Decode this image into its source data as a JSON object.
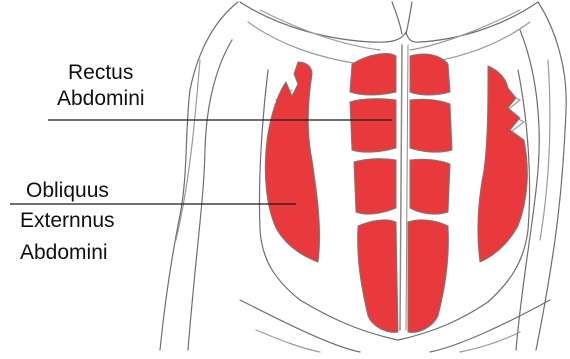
{
  "labels": {
    "rectus": {
      "line1": "Rectus",
      "line2": "Abdomini"
    },
    "obliquus": {
      "line1": "Obliquus",
      "line2": "Externnus",
      "line3": "Abdomini"
    }
  },
  "colors": {
    "muscle_red": "#e8393c",
    "muscle_red_dark": "#c81f24",
    "outline": "#6e6e6e",
    "sketch_line": "#9a9a9a",
    "background": "#ffffff"
  }
}
